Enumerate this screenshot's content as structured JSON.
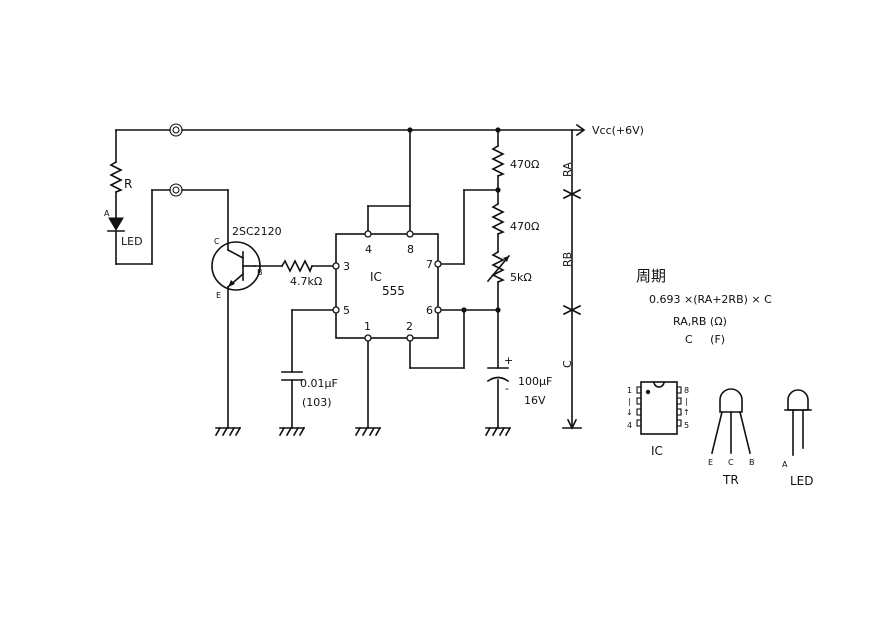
{
  "labels": {
    "vcc": "Vcc(+6V)",
    "r": "R",
    "led_a": "A",
    "led": "LED",
    "transistor": "2SC2120",
    "tr_c": "C",
    "tr_b": "B",
    "tr_e": "E",
    "r_base": "4.7kΩ",
    "ic_name": "IC",
    "ic_type": "555",
    "pin1": "1",
    "pin2": "2",
    "pin3": "3",
    "pin4": "4",
    "pin5": "5",
    "pin6": "6",
    "pin7": "7",
    "pin8": "8",
    "r1": "470Ω",
    "r2": "470Ω",
    "vr": "5kΩ",
    "c_ctrl_val": "0.01μF",
    "c_ctrl_code": "(103)",
    "c_main_val": "100μF",
    "c_main_volt": "16V",
    "plus": "+",
    "minus": "-",
    "dim_ra": "RA",
    "dim_rb": "RB",
    "dim_c": "C"
  },
  "formula": {
    "title": "周期",
    "expr": "0.693 ×(RA+2RB) × C",
    "units1": "RA,RB (Ω)",
    "units2": "C     (F)"
  },
  "pinouts": {
    "ic_label": "IC",
    "ic_left_pins": [
      "1",
      "|",
      "↓",
      "4"
    ],
    "ic_right_pins": [
      "8",
      "|",
      "↑",
      "5"
    ],
    "tr_label": "TR",
    "tr_pins": [
      "E",
      "C",
      "B"
    ],
    "led_label": "LED",
    "led_pin": "A"
  }
}
